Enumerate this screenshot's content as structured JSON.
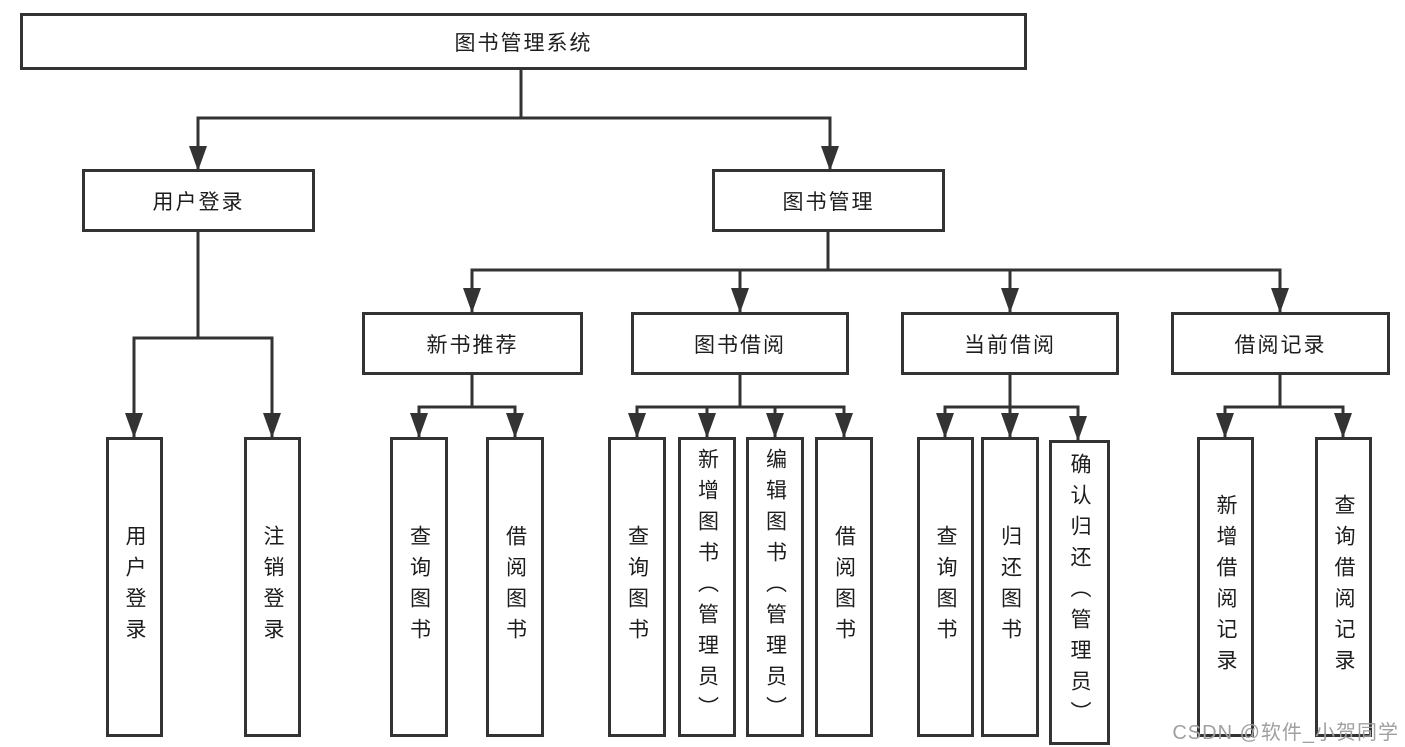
{
  "tree": {
    "label": "图书管理系统",
    "children": [
      {
        "label": "用户登录",
        "children": [
          {
            "label": "用户登录"
          },
          {
            "label": "注销登录"
          }
        ]
      },
      {
        "label": "图书管理",
        "children": [
          {
            "label": "新书推荐",
            "children": [
              {
                "label": "查询图书"
              },
              {
                "label": "借阅图书"
              }
            ]
          },
          {
            "label": "图书借阅",
            "children": [
              {
                "label": "查询图书"
              },
              {
                "label": "新增图书（管理员）"
              },
              {
                "label": "编辑图书（管理员）"
              },
              {
                "label": "借阅图书"
              }
            ]
          },
          {
            "label": "当前借阅",
            "children": [
              {
                "label": "查询图书"
              },
              {
                "label": "归还图书"
              },
              {
                "label": "确认归还（管理员）"
              }
            ]
          },
          {
            "label": "借阅记录",
            "children": [
              {
                "label": "新增借阅记录"
              },
              {
                "label": "查询借阅记录"
              }
            ]
          }
        ]
      }
    ]
  },
  "watermark": {
    "text": "CSDN @软件_小贺同学"
  },
  "colors": {
    "line": "#333333",
    "box_border": "#333333",
    "box_fill": "#ffffff",
    "text": "#1d1d1f",
    "watermark": "#a0a0a0"
  }
}
